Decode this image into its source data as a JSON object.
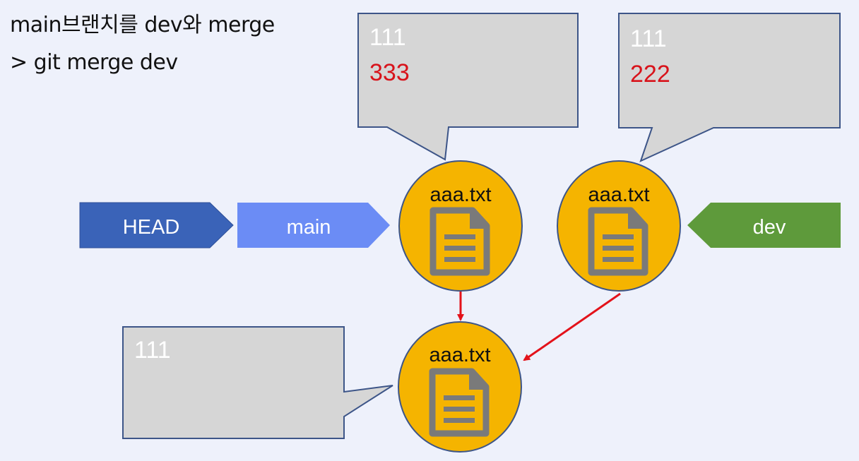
{
  "heading": {
    "title": "main브랜치를 dev와 merge",
    "command": "> git merge dev"
  },
  "pointers": {
    "head": "HEAD",
    "main": "main",
    "dev": "dev"
  },
  "files": {
    "main_file": "aaa.txt",
    "dev_file": "aaa.txt",
    "merged_file": "aaa.txt"
  },
  "callouts": {
    "main_content": {
      "line1": "111",
      "line2": "333"
    },
    "dev_content": {
      "line1": "111",
      "line2": "222"
    },
    "merged_content": {
      "line1": "111"
    }
  },
  "icons": [
    "document-icon"
  ],
  "colors": {
    "background": "#eef1fb",
    "head_arrow": "#3a63b8",
    "main_arrow": "#6b8cf5",
    "dev_arrow": "#5e9a3b",
    "file_node": "#f5b400",
    "callout": "#d6d6d6",
    "merge_arrow": "#e3121a",
    "highlight_text": "#d8131b"
  }
}
